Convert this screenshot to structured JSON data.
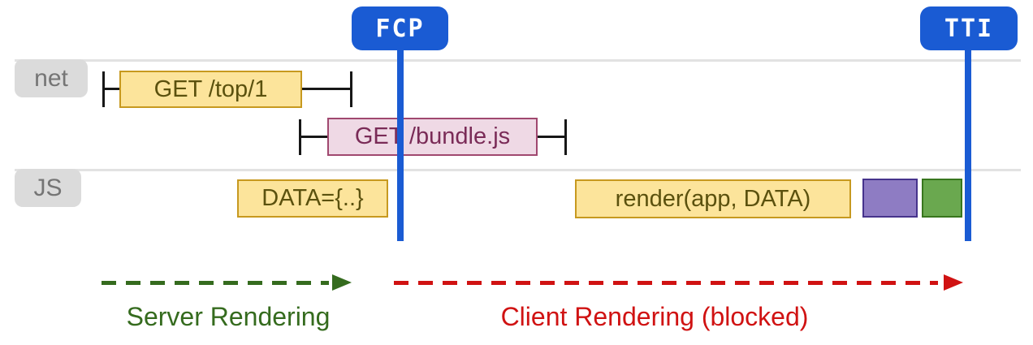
{
  "markers": {
    "fcp": {
      "label": "FCP"
    },
    "tti": {
      "label": "TTI"
    }
  },
  "tracks": {
    "net": {
      "label": "net"
    },
    "js": {
      "label": "JS"
    }
  },
  "net_requests": [
    {
      "label": "GET /top/1"
    },
    {
      "label": "GET /bundle.js"
    }
  ],
  "js_tasks": [
    {
      "label": "DATA={..}"
    },
    {
      "label": "render(app, DATA)"
    },
    {
      "label": "",
      "color": "#8E7CC3"
    },
    {
      "label": "",
      "color": "#6AA84F"
    }
  ],
  "phases": [
    {
      "label": "Server Rendering",
      "color": "#356B1E"
    },
    {
      "label": "Client Rendering (blocked)",
      "color": "#D01212"
    }
  ],
  "colors": {
    "marker_blue": "#1A5BD3",
    "track_line": "#E2E2E2",
    "track_label_bg": "#DBDBDB",
    "track_label_text": "#757575",
    "task_yellow_fill": "#FCE49B",
    "task_yellow_border": "#C7991F",
    "task_yellow_text": "#5B510E",
    "request_pink_fill": "#EFD9E5",
    "request_pink_border": "#A0486F",
    "request_pink_text": "#7A2B57",
    "task_purple_fill": "#8E7CC3",
    "task_purple_border": "#46338C",
    "task_green_fill": "#6AA84F",
    "task_green_border": "#38761D",
    "whisker": "#171717",
    "server_phase_green": "#356B1E",
    "client_phase_red": "#D01212"
  }
}
